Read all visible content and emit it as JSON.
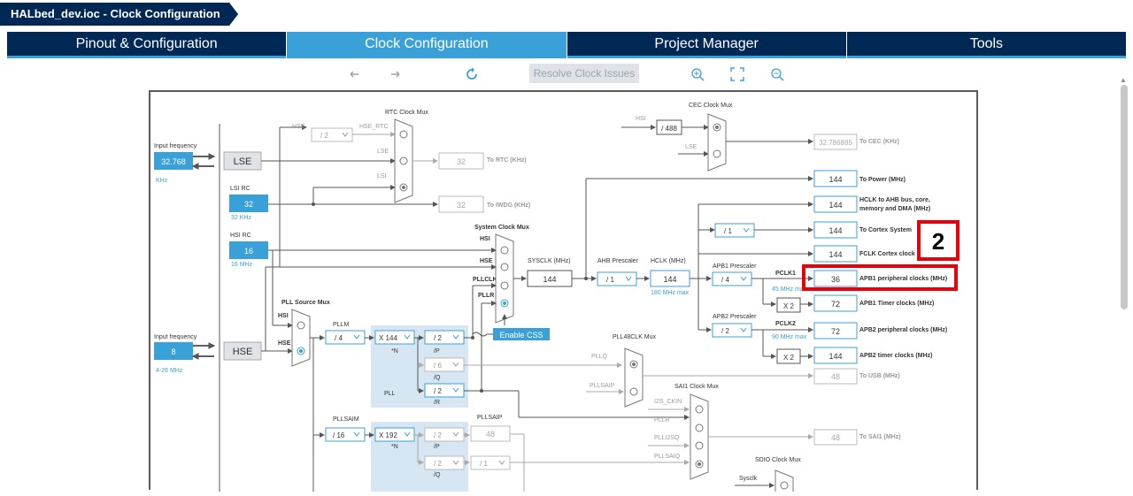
{
  "window": {
    "title": "HALbed_dev.ioc - Clock Configuration"
  },
  "tabs": [
    {
      "label": "Pinout & Configuration"
    },
    {
      "label": "Clock Configuration"
    },
    {
      "label": "Project Manager"
    },
    {
      "label": "Tools"
    }
  ],
  "toolbar": {
    "resolve_label": "Resolve Clock Issues",
    "icons": [
      "undo-icon",
      "redo-icon",
      "refresh-icon",
      "zoom-in-icon",
      "fit-icon",
      "zoom-out-icon"
    ]
  },
  "clock": {
    "lse_in_label": "Input frequency",
    "lse_in_value": "32.768",
    "lse_in_unit": "KHz",
    "lse_label": "LSE",
    "lsi_rc_label": "LSI RC",
    "lsi_value": "32",
    "lsi_unit": "32 KHz",
    "hsi_rc_label": "HSI RC",
    "hsi_value": "16",
    "hsi_unit": "16 MHz",
    "hse_in_label": "Input frequency",
    "hse_in_value": "8",
    "hse_in_range": "4-26 MHz",
    "hse_label": "HSE",
    "rtc_mux_title": "RTC Clock Mux",
    "rtc_hse": "HSE",
    "rtc_div": "/ 2",
    "rtc_hse_rtc": "HSE_RTC",
    "rtc_lse": "LSE",
    "rtc_lsi": "LSI",
    "rtc_value": "32",
    "rtc_out": "To RTC (KHz)",
    "iwdg_value": "32",
    "iwdg_out": "To IWDG (KHz)",
    "cec_mux_title": "CEC Clock Mux",
    "cec_hsi": "HSI",
    "cec_div": "/ 488",
    "cec_lse": "LSE",
    "cec_value": "32.786885",
    "cec_out": "To CEC (KHz)",
    "sys_mux_title": "System Clock Mux",
    "sys_hsi": "HSI",
    "sys_hse": "HSE",
    "sys_pllclk": "PLLCLK",
    "sys_pllr": "PLLR",
    "enable_css": "Enable CSS",
    "sysclk_label": "SYSCLK (MHz)",
    "sysclk_value": "144",
    "ahb_label": "AHB Prescaler",
    "ahb_value": "/ 1",
    "hclk_label": "HCLK (MHz)",
    "hclk_value": "144",
    "hclk_max": "180 MHz max",
    "power_value": "144",
    "power_out": "To Power (MHz)",
    "hclk_ahb_value": "144",
    "hclk_ahb_out1": "HCLK to AHB bus, core,",
    "hclk_ahb_out2": "memory and DMA (MHz)",
    "cortex_div": "/ 1",
    "cortex_value": "144",
    "cortex_out": "To Cortex System",
    "fclk_value": "144",
    "fclk_out": "FCLK Cortex clock",
    "apb1_label": "APB1 Prescaler",
    "apb1_value": "/ 4",
    "pclk1_label": "PCLK1",
    "pclk1_max": "45 MHz max",
    "apb1_periph_value": "36",
    "apb1_periph_out": "APB1 peripheral clocks (MHz)",
    "apb1_x2": "X 2",
    "apb1_timer_value": "72",
    "apb1_timer_out": "APB1 Timer clocks (MHz)",
    "apb2_label": "APB2 Prescaler",
    "apb2_value": "/ 2",
    "pclk2_label": "PCLK2",
    "pclk2_max": "90 MHz max",
    "apb2_periph_value": "72",
    "apb2_periph_out": "APB2 peripheral clocks (MHz)",
    "apb2_x2": "X 2",
    "apb2_timer_value": "144",
    "apb2_timer_out": "APB2 timer clocks (MHz)",
    "pll_src_title": "PLL Source Mux",
    "pll_src_hsi": "HSI",
    "pll_src_hse": "HSE",
    "pllm_label": "PLLM",
    "pllm_value": "/ 4",
    "plln_value": "X 144",
    "plln_label": "*N",
    "pllp_value": "/ 2",
    "pllp_label": "/P",
    "pllq_value": "/ 6",
    "pllq_label": "/Q",
    "pll_label": "PLL",
    "pllr_value": "/ 2",
    "pllr_label": "/R",
    "pll48_title": "PLL48CLK Mux",
    "pll48_pllq": "PLLQ",
    "pll48_pllsaip": "PLLSAIP",
    "usb_value": "48",
    "usb_out": "To USB (MHz)",
    "sai1_title": "SAI1 Clock Mux",
    "sai1_i2s": "I2S_CKIN",
    "sai1_pllr": "PLLR",
    "sai1_plli2sq": "PLLI2SQ",
    "sai1_pllsaiq": "PLLSAIQ",
    "sai1_value": "48",
    "sai1_out": "To SAI1 (MHz)",
    "pllsaim_label": "PLLSAIM",
    "pllsaim_value": "/ 16",
    "pllsain_value": "X 192",
    "pllsain_label": "*N",
    "pllsaip_div": "/ 2",
    "pllsaip_label": "/P",
    "pllsaip_title": "PLLSAIP",
    "pllsaip_value": "48",
    "pllsaiq_div": "/ 2",
    "pllsaiq_label": "/Q",
    "pllsaiq_div2": "/ 1",
    "sdio_title": "SDIO Clock Mux",
    "sdio_sysclk": "Sysclk"
  },
  "annotation": {
    "label": "2"
  },
  "colors": {
    "navy": "#002855",
    "accent": "#39a0d8",
    "highlight": "#e8000b",
    "box_border": "#39a0d8",
    "pll_bg": "#d6e6f3"
  }
}
